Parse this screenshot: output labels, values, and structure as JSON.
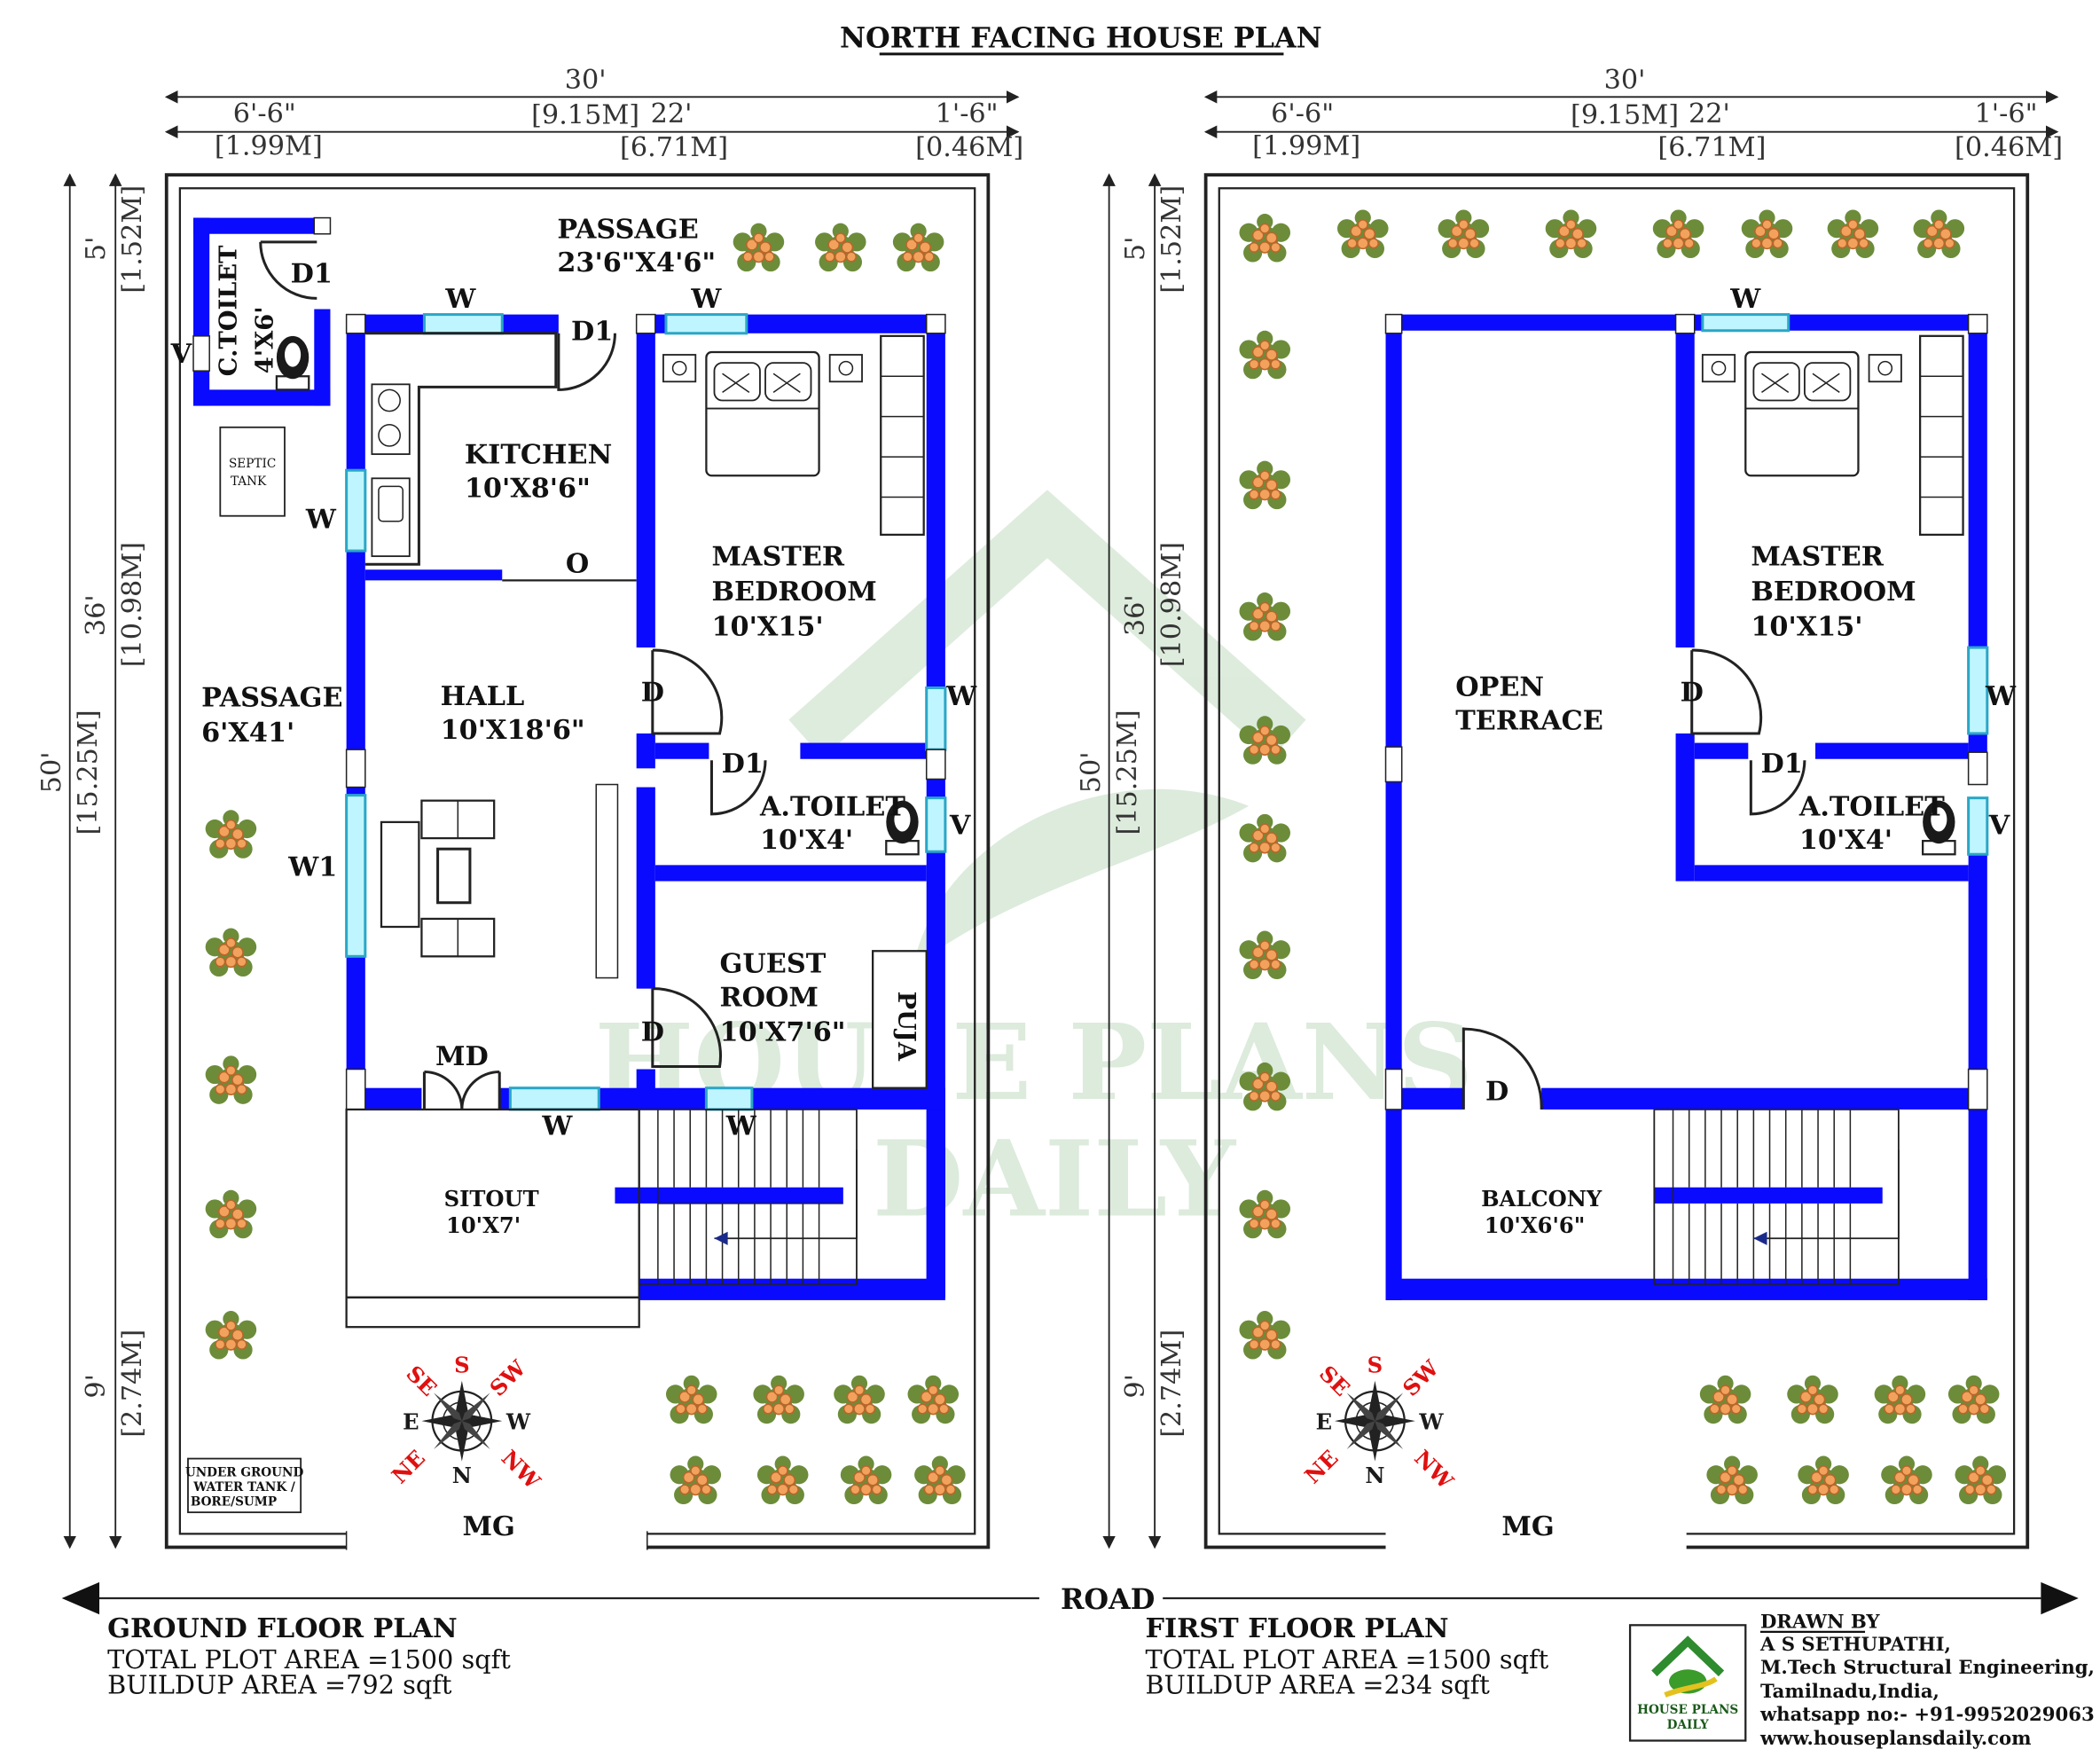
{
  "title": "NORTH FACING HOUSE PLAN",
  "road_label": "ROAD",
  "watermark": {
    "line1": "HOUSE PLANS",
    "line2": "DAILY"
  },
  "dimensions": {
    "width_total_ft": "30'",
    "width_total_m": "[9.15M]",
    "left_ft": "6'-6\"",
    "left_m": "[1.99M]",
    "mid_ft": "22'",
    "mid_m": "[6.71M]",
    "right_ft": "1'-6\"",
    "right_m": "[0.46M]",
    "height_total_ft": "50'",
    "height_total_m": "[15.25M]",
    "top_ft": "5'",
    "top_m": "[1.52M]",
    "middle_ft": "36'",
    "middle_m": "[10.98M]",
    "bottom_ft": "9'",
    "bottom_m": "[2.74M]"
  },
  "compass": {
    "S": "S",
    "N": "N",
    "E": "E",
    "W": "W",
    "SE": "SE",
    "SW": "SW",
    "NE": "NE",
    "NW": "NW"
  },
  "ground": {
    "passage_top": {
      "name": "PASSAGE",
      "size": "23'6\"X4'6\""
    },
    "toilet": {
      "name": "C.TOILET",
      "size": "4'X6'"
    },
    "septic": {
      "line1": "SEPTIC",
      "line2": "TANK"
    },
    "kitchen": {
      "name": "KITCHEN",
      "size": "10'X8'6\""
    },
    "master": {
      "name1": "MASTER",
      "name2": "BEDROOM",
      "size": "10'X15'"
    },
    "passage_side": {
      "name": "PASSAGE",
      "size": "6'X41'"
    },
    "hall": {
      "name": "HALL",
      "size": "10'X18'6\""
    },
    "atoilet": {
      "name": "A.TOILET",
      "size": "10'X4'"
    },
    "guest": {
      "name1": "GUEST",
      "name2": "ROOM",
      "size": "10'X7'6\""
    },
    "puja": "PUJA",
    "sitout": {
      "name": "SITOUT",
      "size": "10'X7'"
    },
    "sump": {
      "line1": "UNDER GROUND",
      "line2": "WATER TANK /",
      "line3": "BORE/SUMP"
    },
    "tags": {
      "W": "W",
      "W1": "W1",
      "D": "D",
      "D1": "D1",
      "V": "V",
      "O": "O",
      "MD": "MD",
      "MG": "MG"
    },
    "caption": {
      "title": "GROUND FLOOR PLAN",
      "plot": "TOTAL PLOT AREA =1500 sqft",
      "build": "BUILDUP AREA =792 sqft"
    }
  },
  "first": {
    "terrace": {
      "name1": "OPEN",
      "name2": "TERRACE"
    },
    "master": {
      "name1": "MASTER",
      "name2": "BEDROOM",
      "size": "10'X15'"
    },
    "atoilet": {
      "name": "A.TOILET",
      "size": "10'X4'"
    },
    "balcony": {
      "name": "BALCONY",
      "size": "10'X6'6\""
    },
    "tags": {
      "W": "W",
      "D": "D",
      "D1": "D1",
      "V": "V",
      "MG": "MG"
    },
    "caption": {
      "title": "FIRST FLOOR PLAN",
      "plot": "TOTAL PLOT AREA =1500 sqft",
      "build": "BUILDUP AREA =234 sqft"
    }
  },
  "credits": {
    "drawn_by": "DRAWN BY",
    "name": "A S SETHUPATHI,",
    "degree": "M.Tech Structural Engineering,",
    "place": "Tamilnadu,India,",
    "phone": "whatsapp no:- +91-9952029063",
    "website": "www.houseplansdaily.com",
    "logo": {
      "line1": "HOUSE PLANS",
      "line2": "DAILY"
    }
  }
}
